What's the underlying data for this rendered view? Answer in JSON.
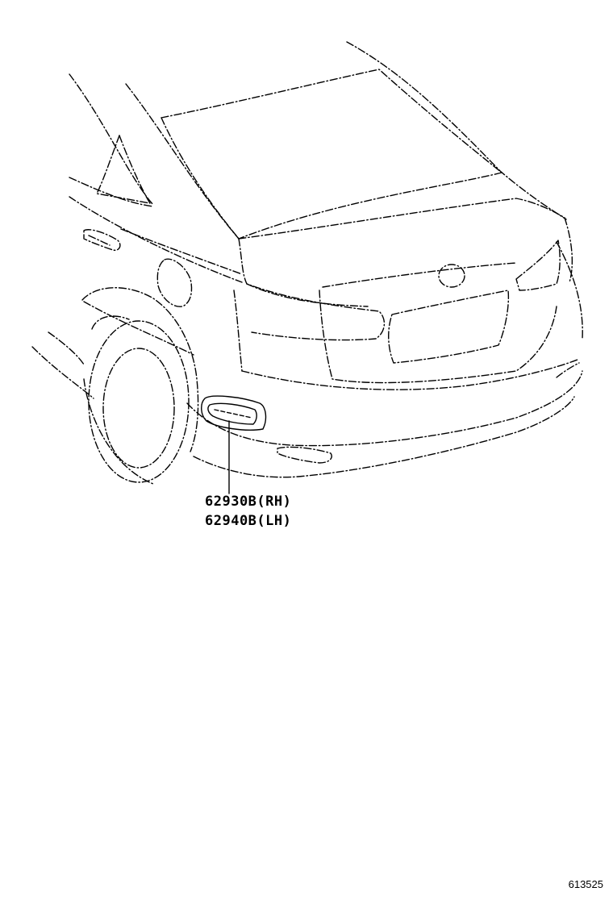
{
  "callouts": [
    {
      "part_number": "62930B(RH)"
    },
    {
      "part_number": "62940B(LH)"
    }
  ],
  "illustration_id": "613525",
  "colors": {
    "line": "#000000",
    "background": "#ffffff"
  }
}
